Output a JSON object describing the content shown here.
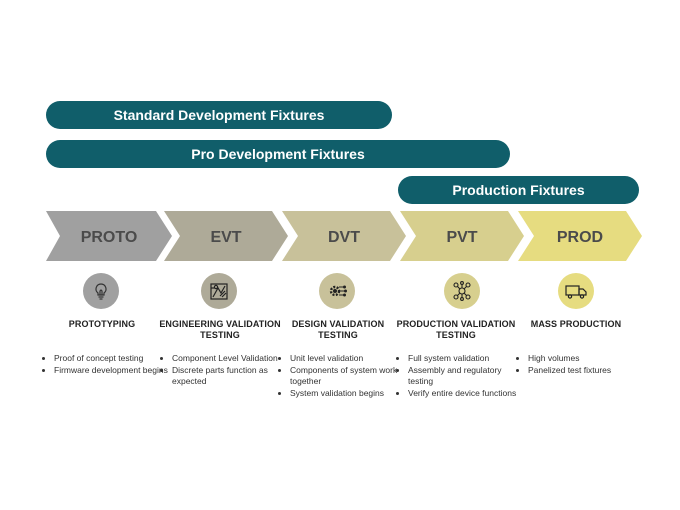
{
  "bars": {
    "standard": "Standard Development Fixtures",
    "pro": "Pro Development Fixtures",
    "production": "Production Fixtures"
  },
  "colors": {
    "bar": "#105e6a",
    "proto": "#a0a0a0",
    "evt": "#aeaa98",
    "dvt": "#c8c19a",
    "pvt": "#d7cf8e",
    "prod": "#e6dc80"
  },
  "stages": [
    {
      "abbr": "PROTO",
      "icon": "lightbulb-icon",
      "title": "PROTOTYPING",
      "bullets": [
        "Proof of concept testing",
        "Firmware development begins"
      ]
    },
    {
      "abbr": "EVT",
      "icon": "engineering-tools-icon",
      "title": "ENGINEERING VALIDATION TESTING",
      "bullets": [
        "Component Level Validation",
        "Discrete parts function as expected"
      ]
    },
    {
      "abbr": "DVT",
      "icon": "gear-circuit-icon",
      "title": "DESIGN VALIDATION TESTING",
      "bullets": [
        "Unit level validation",
        "Components of system work together",
        "System validation begins"
      ]
    },
    {
      "abbr": "PVT",
      "icon": "network-hub-icon",
      "title": "PRODUCTION VALIDATION TESTING",
      "bullets": [
        "Full system validation",
        "Assembly and regulatory testing",
        "Verify entire device functions"
      ]
    },
    {
      "abbr": "PROD",
      "icon": "delivery-truck-icon",
      "title": "MASS PRODUCTION",
      "bullets": [
        "High volumes",
        "Panelized test fixtures"
      ]
    }
  ]
}
